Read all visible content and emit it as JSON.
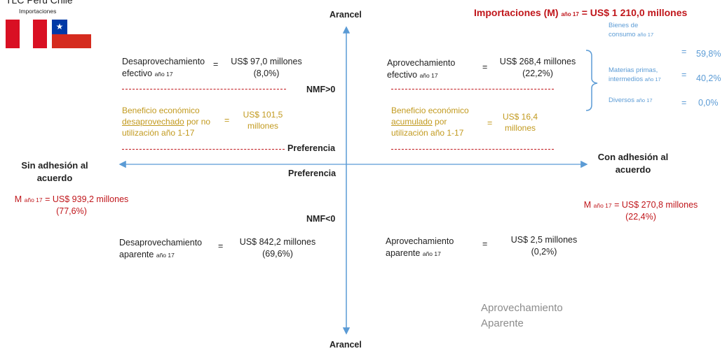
{
  "header": {
    "title_partial": "TLC Perú Chile",
    "subtitle": "Importaciones",
    "total_prefix": "Importaciones (M)",
    "total_year": "año 17",
    "total_value": "= US$ 1 210,0 millones"
  },
  "axes": {
    "top_label": "Arancel",
    "bottom_label": "Arancel",
    "left_label": "Sin adhesión al acuerdo",
    "right_label": "Con adhesión al acuerdo",
    "nmf_pos": "NMF>0",
    "nmf_neg": "NMF<0",
    "pref_upper": "Preferencia",
    "pref_lower": "Preferencia"
  },
  "left_summary": {
    "m_label": "M",
    "year": "año 17",
    "value": "= US$ 939,2 millones",
    "pct": "(77,6%)"
  },
  "right_summary": {
    "m_label": "M",
    "year": "año 17",
    "value": "= US$ 270,8 millones",
    "pct": "(22,4%)"
  },
  "quadrants": {
    "top_left": {
      "line1": "Desaprovechamiento",
      "line2": "efectivo",
      "year": "año 17",
      "eq": "=",
      "value": "US$ 97,0 millones",
      "pct": "(8,0%)"
    },
    "top_right": {
      "line1": "Aprovechamiento",
      "line2": "efectivo",
      "year": "año 17",
      "eq": "=",
      "value": "US$ 268,4 millones",
      "pct": "(22,2%)"
    },
    "bottom_left": {
      "line1": "Desaprovechamiento",
      "line2": "aparente",
      "year": "año 17",
      "eq": "=",
      "value": "US$ 842,2 millones",
      "pct": "(69,6%)"
    },
    "bottom_right": {
      "line1": "Aprovechamiento",
      "line2": "aparente",
      "year": "año 17",
      "eq": "=",
      "value": "US$ 2,5 millones",
      "pct": "(0,2%)"
    }
  },
  "benefits": {
    "left": {
      "line1": "Beneficio económico",
      "underlined": "desaprovechado",
      "rest": " por no",
      "line3": "utilización año 1-17",
      "eq": "=",
      "value1": "US$ 101,5",
      "value2": "millones"
    },
    "right": {
      "line1": "Beneficio económico",
      "underlined": "acumulado",
      "rest": " por",
      "line3": "utilización año 1-17",
      "eq": "=",
      "value1": "US$ 16,4",
      "value2": "millones"
    }
  },
  "breakdown": [
    {
      "label1": "Bienes de",
      "label2": "consumo",
      "year": "año 17",
      "eq": "=",
      "pct": "59,8%"
    },
    {
      "label1": "Materias primas,",
      "label2": "intermedios",
      "year": "año 17",
      "eq": "=",
      "pct": "40,2%"
    },
    {
      "label1": "Diversos",
      "label2": "",
      "year": "año 17",
      "eq": "=",
      "pct": "0,0%"
    }
  ],
  "watermark": {
    "line1": "Aprovechamiento",
    "line2": "Aparente"
  },
  "colors": {
    "axis": "#5b9bd5",
    "red": "#c0161b",
    "gold": "#c29a1f",
    "blue": "#5b9bd5",
    "peru_red": "#d91023",
    "chile_blue": "#0039a6"
  }
}
